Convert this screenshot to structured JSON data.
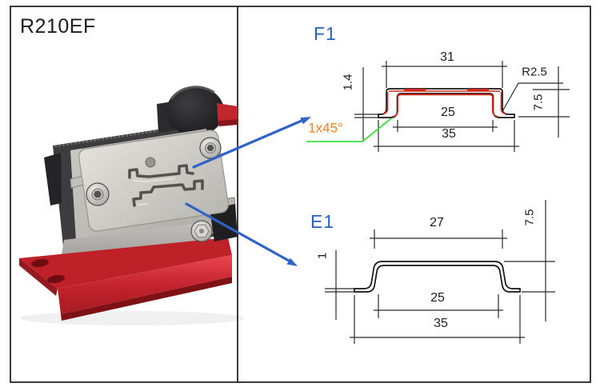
{
  "product": {
    "model_label": "R210EF"
  },
  "diagrams": {
    "f1": {
      "label": "F1",
      "dims": {
        "top_width": "31",
        "thickness": "1.4",
        "corner_radius": "R2.5",
        "height": "7.5",
        "inner_width": "25",
        "overall_width": "35",
        "chamfer": "1x45°"
      }
    },
    "e1": {
      "label": "E1",
      "dims": {
        "top_width": "27",
        "height": "7.5",
        "thickness": "1",
        "inner_width": "25",
        "overall_width": "35"
      }
    }
  },
  "colors": {
    "label_blue": "#2d5ec3",
    "arrow_blue": "#2f63c9",
    "chamfer_text_orange": "#f0831c",
    "chamfer_line_green": "#3ae03a",
    "profile_highlight_red": "#d42a1e",
    "machine_red": "#c9242d",
    "drawing_line": "#262626"
  },
  "icons": {
    "arrow_to_f1": "blue diagonal arrow from upper die slot to F1 profile drawing",
    "arrow_to_e1": "blue diagonal arrow from lower die slot to E1 profile drawing"
  }
}
